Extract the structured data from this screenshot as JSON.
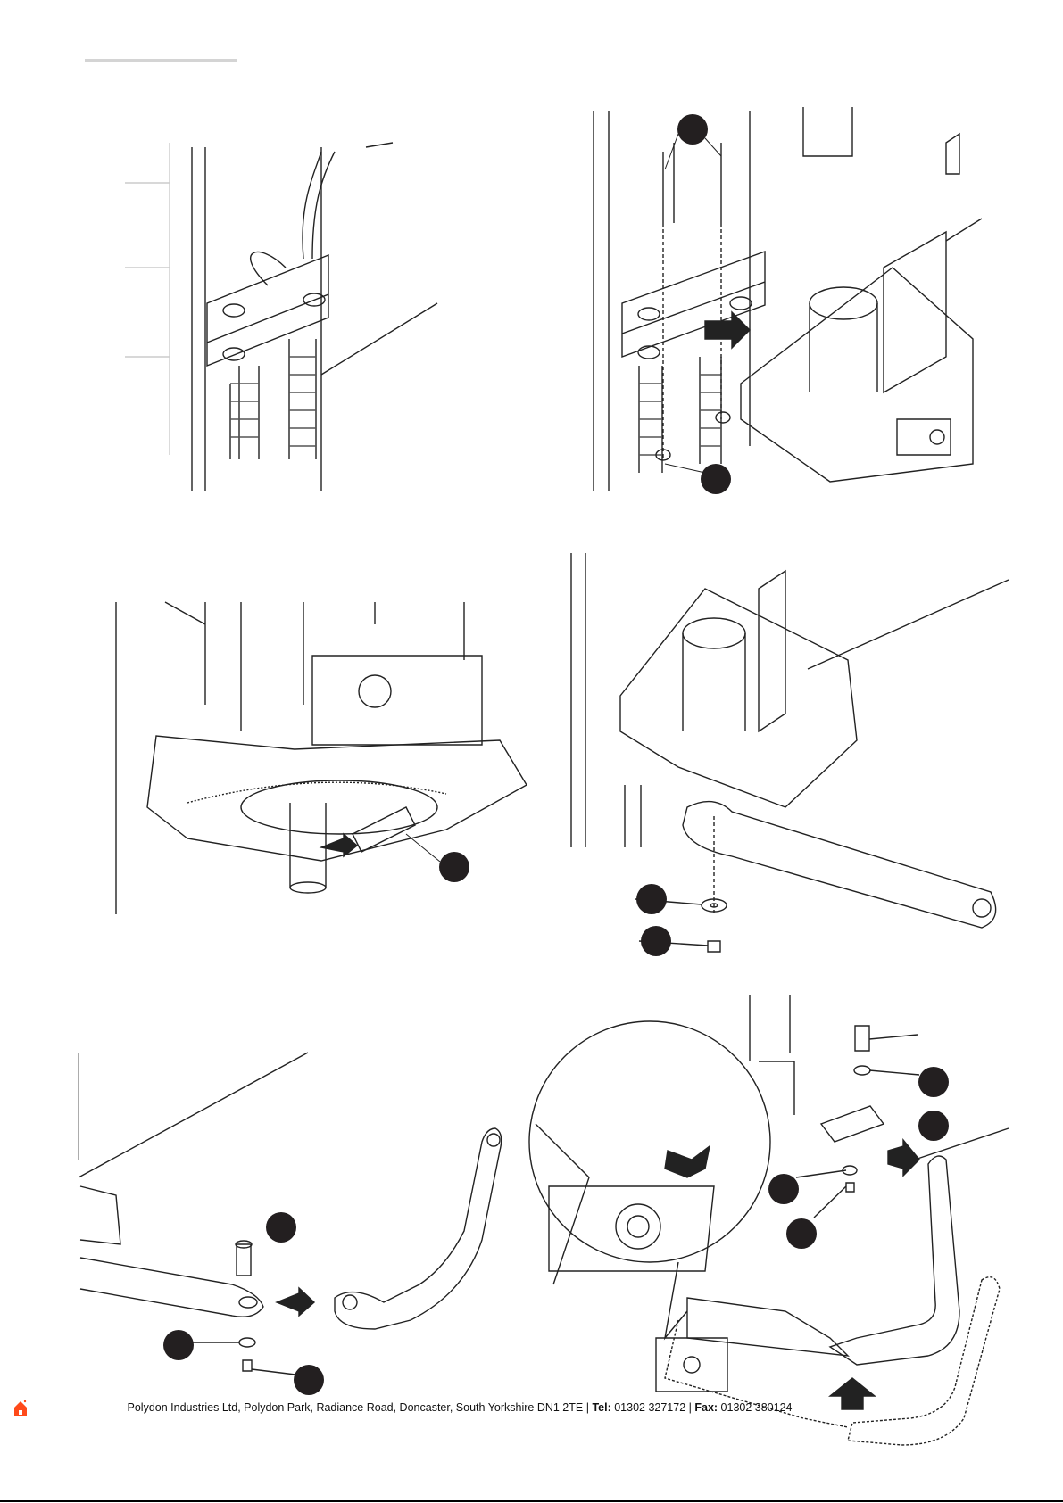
{
  "footer": {
    "address": "Polydon Industries Ltd, Polydon Park, Radiance Road, Doncaster, South Yorkshire DN1 2TE",
    "sep1": " | ",
    "tel_label": "Tel:",
    "tel": " 01302 327172",
    "sep2": " | ",
    "fax_label": "Fax:",
    "fax": " 01302 380124"
  },
  "colors": {
    "home_icon": "#ff4a1a",
    "callout": "#231f20",
    "rule": "#d4d4d4"
  },
  "icons": {
    "home": "home-icon"
  }
}
